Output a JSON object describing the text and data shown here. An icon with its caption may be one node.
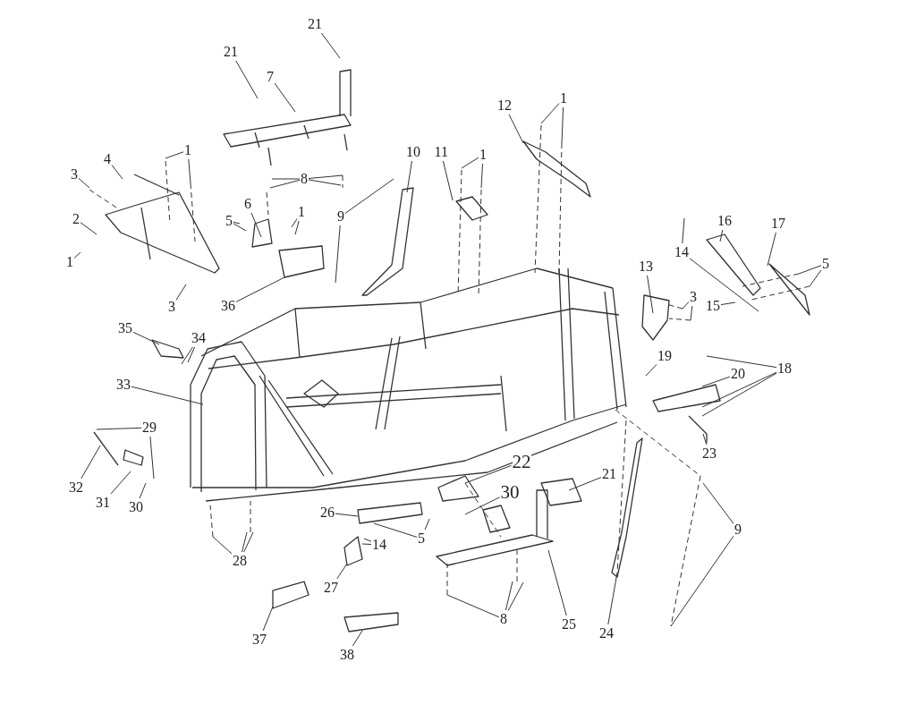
{
  "diagram": {
    "nodes": [
      {
        "text": [
          "21"
        ]
      },
      {
        "text": [
          "21"
        ]
      },
      {
        "text": [
          "7"
        ]
      },
      {
        "text": [
          "1"
        ]
      },
      {
        "text": [
          "4"
        ]
      },
      {
        "text": [
          "3"
        ]
      },
      {
        "text": [
          "2"
        ]
      },
      {
        "text": [
          "1"
        ]
      },
      {
        "text": [
          "3"
        ]
      },
      {
        "text": [
          "8"
        ]
      },
      {
        "text": [
          "6"
        ]
      },
      {
        "text": [
          "5"
        ]
      },
      {
        "text": [
          "1"
        ]
      },
      {
        "text": [
          "36"
        ]
      },
      {
        "text": [
          "9"
        ]
      },
      {
        "text": [
          "10"
        ]
      },
      {
        "text": [
          "11"
        ]
      },
      {
        "text": [
          "1"
        ]
      },
      {
        "text": [
          "12"
        ]
      },
      {
        "text": [
          "1"
        ]
      },
      {
        "text": [
          "16"
        ]
      },
      {
        "text": [
          "17"
        ]
      },
      {
        "text": [
          "14"
        ]
      },
      {
        "text": [
          "5"
        ]
      },
      {
        "text": [
          "13"
        ]
      },
      {
        "text": [
          "3"
        ]
      },
      {
        "text": [
          "15"
        ]
      },
      {
        "text": [
          "19"
        ]
      },
      {
        "text": [
          "18"
        ]
      },
      {
        "text": [
          "20"
        ]
      },
      {
        "text": [
          "23"
        ]
      },
      {
        "text": [
          "35"
        ]
      },
      {
        "text": [
          "34"
        ]
      },
      {
        "text": [
          "33"
        ]
      },
      {
        "text": [
          "29"
        ]
      },
      {
        "text": [
          "32"
        ]
      },
      {
        "text": [
          "31"
        ]
      },
      {
        "text": [
          "30"
        ]
      },
      {
        "text": [
          "22"
        ]
      },
      {
        "text": [
          "30"
        ]
      },
      {
        "text": [
          "21"
        ]
      },
      {
        "text": [
          "26"
        ]
      },
      {
        "text": [
          "5"
        ]
      },
      {
        "text": [
          "14"
        ]
      },
      {
        "text": [
          "27"
        ]
      },
      {
        "text": [
          "28"
        ]
      },
      {
        "text": [
          "37"
        ]
      },
      {
        "text": [
          "38"
        ]
      },
      {
        "text": [
          "8"
        ]
      },
      {
        "text": [
          "25"
        ]
      },
      {
        "text": [
          "24"
        ]
      },
      {
        "text": [
          "9"
        ]
      }
    ],
    "edges": [
      {
        "from": 0,
        "to": null,
        "arrow": "none"
      },
      {
        "from": 1,
        "to": null,
        "arrow": "none"
      },
      {
        "from": 2,
        "to": null,
        "arrow": "none"
      },
      {
        "from": 3,
        "to": null,
        "arrow": "none"
      },
      {
        "from": 3,
        "to": null,
        "arrow": "none"
      },
      {
        "from": 4,
        "to": null,
        "arrow": "none"
      },
      {
        "from": 5,
        "to": null,
        "arrow": "none"
      },
      {
        "from": 6,
        "to": null,
        "arrow": "none"
      },
      {
        "from": 7,
        "to": null,
        "arrow": "none"
      },
      {
        "from": 8,
        "to": null,
        "arrow": "none"
      },
      {
        "from": 9,
        "to": null,
        "arrow": "none"
      },
      {
        "from": 9,
        "to": null,
        "arrow": "none"
      },
      {
        "from": 9,
        "to": null,
        "arrow": "none"
      },
      {
        "from": 9,
        "to": null,
        "arrow": "none"
      },
      {
        "from": 10,
        "to": null,
        "arrow": "none"
      },
      {
        "from": 11,
        "to": null,
        "arrow": "none"
      },
      {
        "from": 11,
        "to": null,
        "arrow": "none"
      },
      {
        "from": 12,
        "to": null,
        "arrow": "none"
      },
      {
        "from": 12,
        "to": null,
        "arrow": "none"
      },
      {
        "from": 13,
        "to": null,
        "arrow": "none"
      },
      {
        "from": 14,
        "to": null,
        "arrow": "none"
      },
      {
        "from": 14,
        "to": null,
        "arrow": "none"
      },
      {
        "from": 15,
        "to": null,
        "arrow": "none"
      },
      {
        "from": 16,
        "to": null,
        "arrow": "none"
      },
      {
        "from": 17,
        "to": null,
        "arrow": "none"
      },
      {
        "from": 17,
        "to": null,
        "arrow": "none"
      },
      {
        "from": 18,
        "to": null,
        "arrow": "none"
      },
      {
        "from": 19,
        "to": null,
        "arrow": "none"
      },
      {
        "from": 19,
        "to": null,
        "arrow": "none"
      },
      {
        "from": 20,
        "to": null,
        "arrow": "none"
      },
      {
        "from": 21,
        "to": null,
        "arrow": "none"
      },
      {
        "from": 22,
        "to": null,
        "arrow": "none"
      },
      {
        "from": 22,
        "to": null,
        "arrow": "none"
      },
      {
        "from": 23,
        "to": null,
        "arrow": "none"
      },
      {
        "from": 23,
        "to": null,
        "arrow": "none"
      },
      {
        "from": 24,
        "to": null,
        "arrow": "none"
      },
      {
        "from": 25,
        "to": null,
        "arrow": "none"
      },
      {
        "from": 25,
        "to": null,
        "arrow": "none"
      },
      {
        "from": 26,
        "to": null,
        "arrow": "none"
      },
      {
        "from": 27,
        "to": null,
        "arrow": "none"
      },
      {
        "from": 28,
        "to": null,
        "arrow": "none"
      },
      {
        "from": 28,
        "to": null,
        "arrow": "none"
      },
      {
        "from": 28,
        "to": null,
        "arrow": "none"
      },
      {
        "from": 29,
        "to": null,
        "arrow": "none"
      },
      {
        "from": 30,
        "to": null,
        "arrow": "none"
      },
      {
        "from": 31,
        "to": null,
        "arrow": "none"
      },
      {
        "from": 32,
        "to": null,
        "arrow": "none"
      },
      {
        "from": 32,
        "to": null,
        "arrow": "none"
      },
      {
        "from": 33,
        "to": null,
        "arrow": "none"
      },
      {
        "from": 34,
        "to": null,
        "arrow": "none"
      },
      {
        "from": 34,
        "to": null,
        "arrow": "none"
      },
      {
        "from": 35,
        "to": null,
        "arrow": "none"
      },
      {
        "from": 36,
        "to": null,
        "arrow": "none"
      },
      {
        "from": 37,
        "to": null,
        "arrow": "none"
      },
      {
        "from": 38,
        "to": null,
        "arrow": "none"
      },
      {
        "from": 39,
        "to": null,
        "arrow": "none"
      },
      {
        "from": 40,
        "to": null,
        "arrow": "none"
      },
      {
        "from": 41,
        "to": null,
        "arrow": "none"
      },
      {
        "from": 42,
        "to": null,
        "arrow": "none"
      },
      {
        "from": 42,
        "to": null,
        "arrow": "none"
      },
      {
        "from": 43,
        "to": null,
        "arrow": "none"
      },
      {
        "from": 43,
        "to": null,
        "arrow": "none"
      },
      {
        "from": 44,
        "to": null,
        "arrow": "none"
      },
      {
        "from": 45,
        "to": null,
        "arrow": "none"
      },
      {
        "from": 45,
        "to": null,
        "arrow": "none"
      },
      {
        "from": 45,
        "to": null,
        "arrow": "none"
      },
      {
        "from": 46,
        "to": null,
        "arrow": "none"
      },
      {
        "from": 47,
        "to": null,
        "arrow": "none"
      },
      {
        "from": 48,
        "to": null,
        "arrow": "none"
      },
      {
        "from": 48,
        "to": null,
        "arrow": "none"
      },
      {
        "from": 48,
        "to": null,
        "arrow": "none"
      },
      {
        "from": 49,
        "to": null,
        "arrow": "none"
      },
      {
        "from": 50,
        "to": null,
        "arrow": "none"
      },
      {
        "from": 51,
        "to": null,
        "arrow": "none"
      },
      {
        "from": 51,
        "to": null,
        "arrow": "none"
      }
    ]
  }
}
